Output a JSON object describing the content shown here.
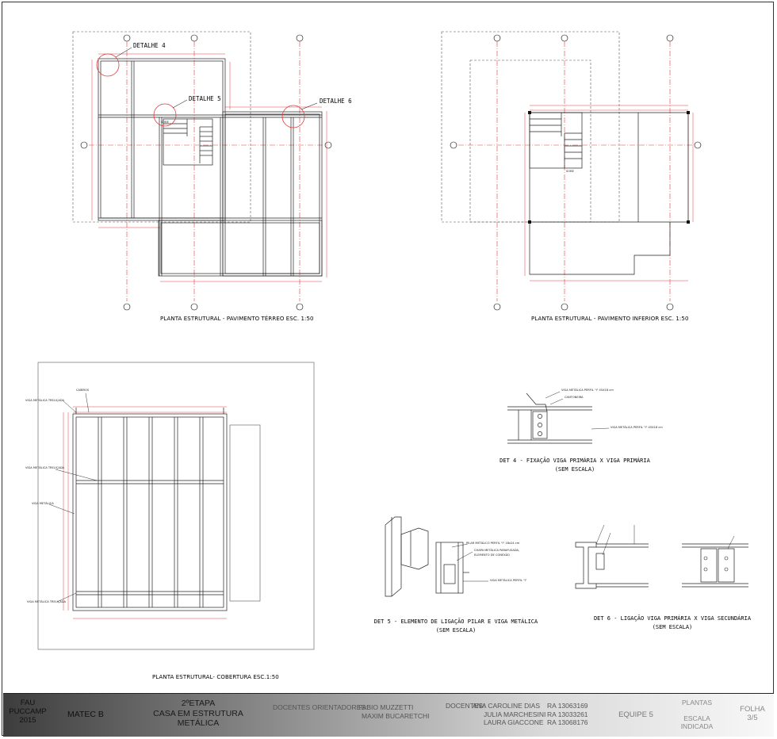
{
  "plans": {
    "ground": {
      "title": "PLANTA ESTRUTURAL - PAVIMENTO TÉRREO    ESC. 1:50",
      "detail_labels": [
        "DETALHE 4",
        "DETALHE 5",
        "DETALHE 6"
      ]
    },
    "lower": {
      "title": "PLANTA ESTRUTURAL - PAVIMENTO INFERIOR     ESC. 1:50",
      "sobe": "SOBE"
    },
    "roof": {
      "title": "PLANTA ESTRUTURAL- COBERTURA     ESC.1:50",
      "labels": [
        "CAIBROS",
        "VIGA METÁLICA TRELIÇADA",
        "VIGA METÁLICA TRELIÇADA",
        "VIGA METÁLICA",
        "VIGA METÁLICA TRELIÇADA"
      ]
    }
  },
  "details": {
    "det4": {
      "title_line1": "DET 4  - FIXAÇÃO VIGA PRIMÁRIA X VIGA PRIMÁRIA",
      "title_line2": "(SEM ESCALA)",
      "labels": [
        "VIGA METÁLICA PERFIL \"I\" 45X18 cm",
        "CANTONEIRA",
        "VIGA METÁLICA PERFIL \"I\" 45X18 cm"
      ]
    },
    "det5": {
      "title_line1": "DET 5 - ELEMENTO DE LIGAÇÃO PILAR E VIGA METÁLICA",
      "title_line2": "(SEM ESCALA)",
      "labels": [
        "PILAR METÁLICO PERFIL \"I\" 18x24 cm",
        "CHAPA METÁLICA PARAFUSADA,",
        "ELEMENTO DE CONEXÃO",
        "VIGA METÁLICA PERFIL \"I\""
      ]
    },
    "det6": {
      "title_line1": "DET 6 - LIGAÇÃO VIGA PRIMÁRIA X VIGA SECUNDÁRIA",
      "title_line2": "(SEM ESCALA)"
    }
  },
  "titleblock": {
    "school_line1": "FAU",
    "school_line2": "PUCCAMP",
    "school_line3": "2015",
    "course": "MATEC B",
    "stage_line1": "2ºETAPA",
    "stage_line2": "CASA EM ESTRUTURA",
    "stage_line3": "METÁLICA",
    "advisors_label": "DOCENTES  ORIENTADORES:",
    "advisor1": "FABIO MUZZETTI",
    "advisor2": "MAXIM BUCARETCHI",
    "students_label": "DOCENTES:",
    "students": [
      {
        "name": "ANA CAROLINE DIAS",
        "ra": "RA 13063169"
      },
      {
        "name": "JULIA MARCHESINI",
        "ra": "RA 13033261"
      },
      {
        "name": "LAURA GIACCONE",
        "ra": "RA 13068176"
      }
    ],
    "team": "EQUIPE 5",
    "sheet_type": "PLANTAS",
    "scale_line1": "ESCALA",
    "scale_line2": "INDICADA",
    "folha_label": "FOLHA",
    "folha_value": "3/5"
  }
}
